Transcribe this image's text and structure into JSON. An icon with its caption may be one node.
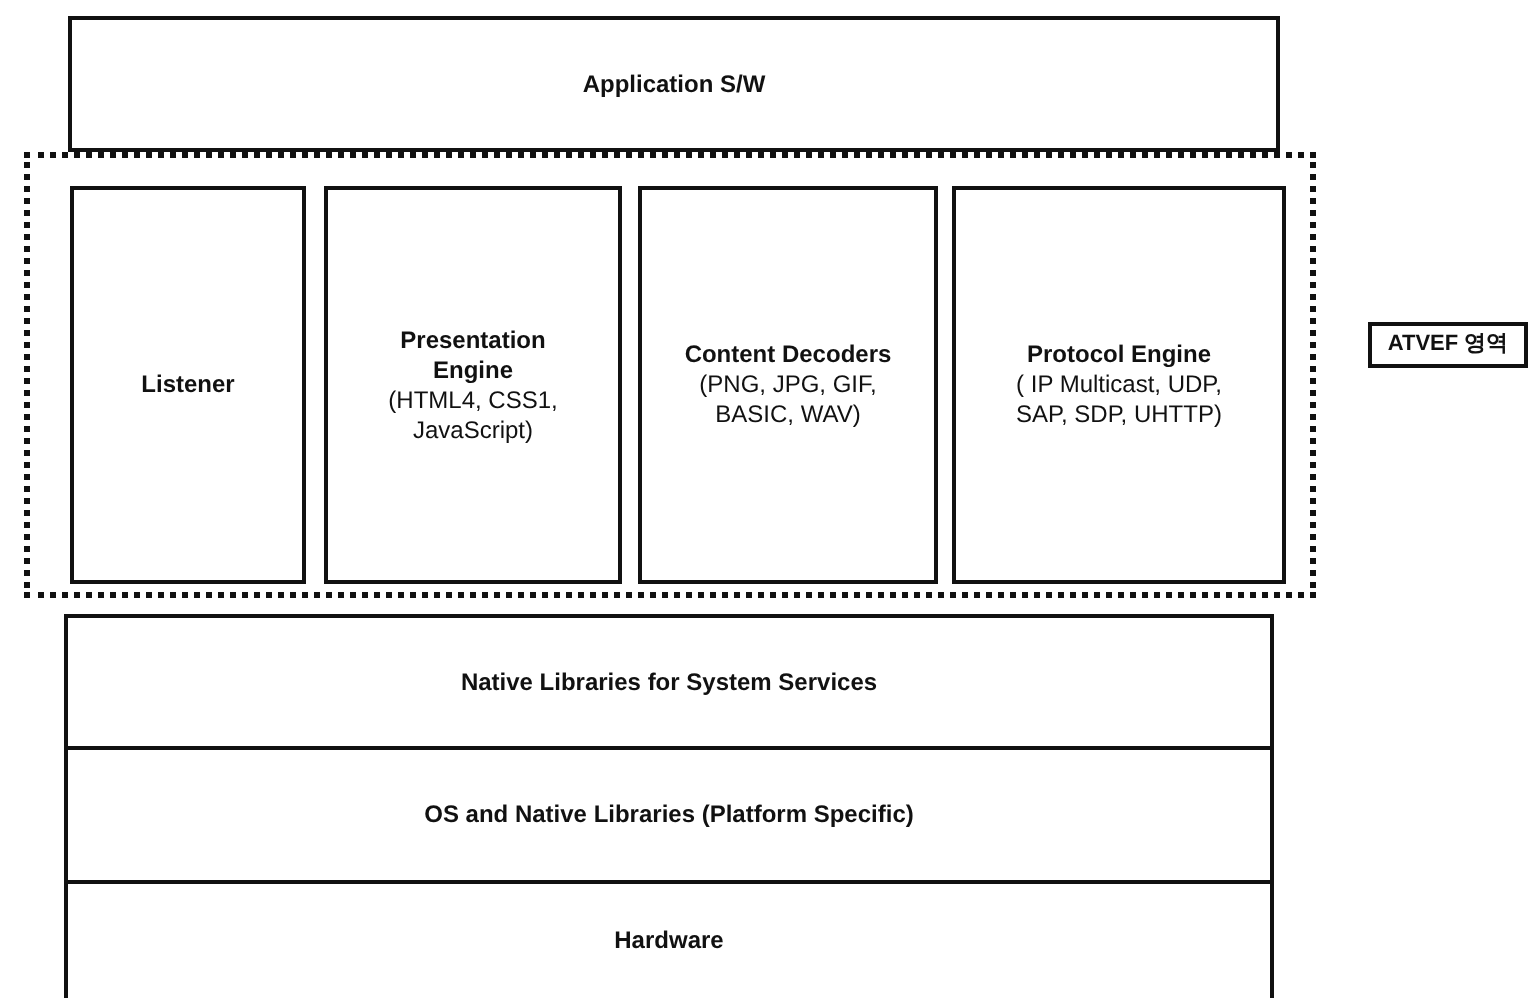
{
  "diagram": {
    "nodes": [
      {
        "text": [
          "Application S/W"
        ]
      },
      {
        "text": [],
        "shape": "box"
      },
      {
        "text": [
          "Listener"
        ],
        "in": 1
      },
      {
        "text": [
          "Presentation Engine",
          "(HTML4, CSS1, JavaScript)"
        ],
        "in": 1
      },
      {
        "text": [
          "Content Decoders",
          "(PNG, JPG, GIF, BASIC, WAV)"
        ],
        "in": 1
      },
      {
        "text": [
          "Protocol Engine",
          "( IP Multicast, UDP, SAP, SDP, UHTTP)"
        ],
        "in": 1
      },
      {
        "text": [
          "ATVEF 영역"
        ]
      },
      {
        "text": [
          "Native Libraries for System Services"
        ]
      },
      {
        "text": [
          "OS and Native Libraries (Platform Specific)"
        ]
      },
      {
        "text": [
          "Hardware"
        ]
      }
    ],
    "edges": []
  }
}
